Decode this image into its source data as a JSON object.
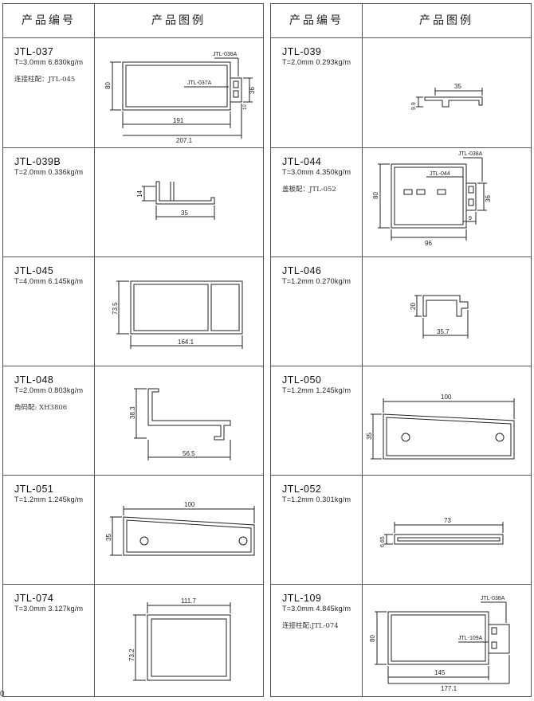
{
  "header": {
    "code_col": "产品编号",
    "image_col": "产品图例"
  },
  "left": [
    {
      "code": "JTL-037",
      "spec": "T=3.0mm  6.830kg/m",
      "note": "连接柱配：JTL-045",
      "dims": {
        "height": "80",
        "inner_width": "191",
        "total_width": "207.1",
        "right_height": "36",
        "small": "10",
        "label_top": "JTL-038A",
        "label_mid": "JTL-037A"
      }
    },
    {
      "code": "JTL-039B",
      "spec": "T=2.0mm  0.336kg/m",
      "note": "",
      "dims": {
        "height": "14",
        "width": "35"
      }
    },
    {
      "code": "JTL-045",
      "spec": "T=4.0mm  6.145kg/m",
      "note": "",
      "dims": {
        "height": "73.5",
        "width": "164.1"
      }
    },
    {
      "code": "JTL-048",
      "spec": "T=2.0mm  0.803kg/m",
      "note": "角码配: XH3806",
      "dims": {
        "height": "38.3",
        "width": "56.5"
      }
    },
    {
      "code": "JTL-051",
      "spec": "T=1.2mm  1.245kg/m",
      "note": "",
      "dims": {
        "height": "35",
        "width": "100"
      }
    },
    {
      "code": "JTL-074",
      "spec": "T=3.0mm  3.127kg/m",
      "note": "",
      "dims": {
        "height": "73.2",
        "width": "111.7"
      }
    }
  ],
  "right": [
    {
      "code": "JTL-039",
      "spec": "T=2.0mm  0.293kg/m",
      "note": "",
      "dims": {
        "height": "9.9",
        "width": "35"
      }
    },
    {
      "code": "JTL-044",
      "spec": "T=3.0mm  4.350kg/m",
      "note": "盖板配：JTL-052",
      "dims": {
        "height": "80",
        "width": "96",
        "right_height": "36",
        "small": "9",
        "label_top": "JTL-038A",
        "label_mid": "JTL-044"
      }
    },
    {
      "code": "JTL-046",
      "spec": "T=1.2mm  0.270kg/m",
      "note": "",
      "dims": {
        "height": "20",
        "width": "35.7"
      }
    },
    {
      "code": "JTL-050",
      "spec": "T=1.2mm  1.245kg/m",
      "note": "",
      "dims": {
        "height": "35",
        "width": "100"
      }
    },
    {
      "code": "JTL-052",
      "spec": "T=1.2mm  0.301kg/m",
      "note": "",
      "dims": {
        "height": "6.65",
        "width": "73"
      }
    },
    {
      "code": "JTL-109",
      "spec": "T=3.0mm  4.845kg/m",
      "note": "连接柱配:JTL-074",
      "dims": {
        "height": "80",
        "inner_width": "145",
        "total_width": "177.1",
        "label_top": "JTL-038A",
        "label_mid": "JTL-109A"
      }
    }
  ],
  "page_number": "0"
}
